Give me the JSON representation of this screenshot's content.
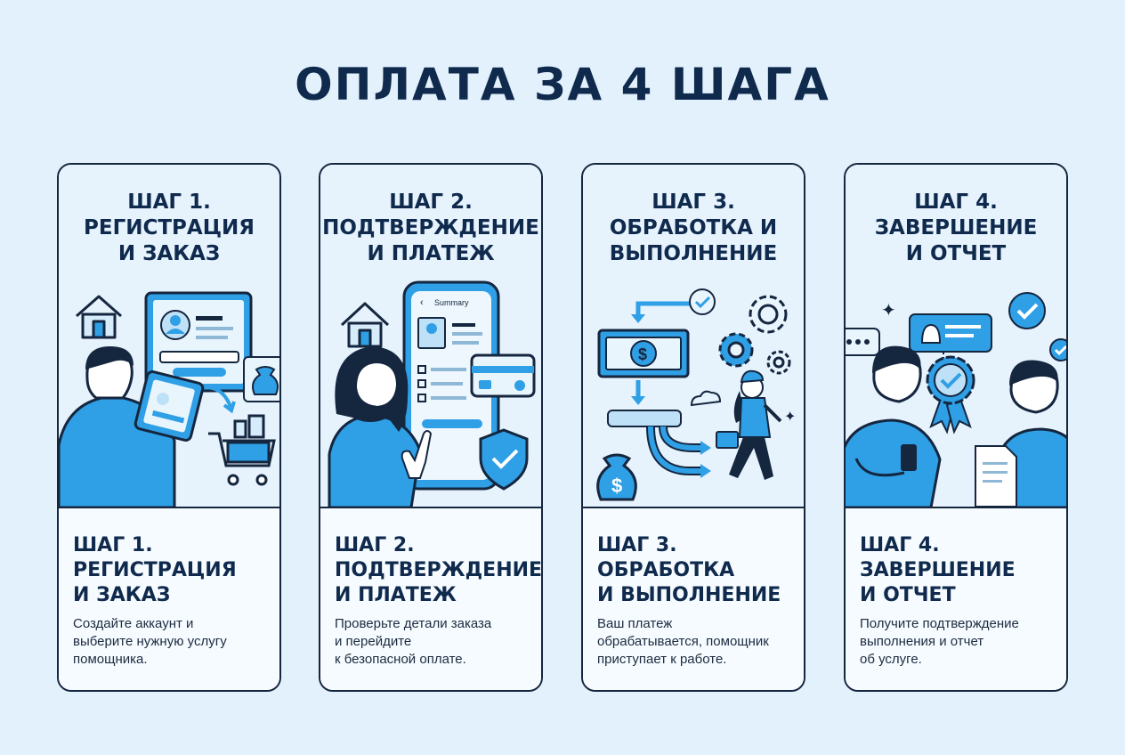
{
  "title": "ОПЛАТА ЗА 4 ШАГА",
  "colors": {
    "background": "#e3f1fc",
    "dark_navy": "#0f2a4d",
    "accent_blue": "#2f9fe6",
    "light_blue": "#bfe1f7",
    "outline": "#15263f"
  },
  "steps": [
    {
      "top_title": "ШАГ 1.\nРЕГИСТРАЦИЯ\nИ ЗАКАЗ",
      "bottom_title": "ШАГ 1.\nРЕГИСТРАЦИЯ\nИ ЗАКАЗ",
      "description": "Создайте аккаунт и\nвыберите нужную услугу\nпомощника.",
      "icons": [
        "house-icon",
        "profile-screen-icon",
        "tablet-icon",
        "money-bag-icon",
        "shopping-cart-icon",
        "person-icon"
      ]
    },
    {
      "top_title": "ШАГ 2.\nПОДТВЕРЖДЕНИЕ\nИ ПЛАТЕЖ",
      "bottom_title": "ШАГ 2.\nПОДТВЕРЖДЕНИЕ\nИ ПЛАТЕЖ",
      "description": "Проверьте детали заказа\nи перейдите\nк безопасной оплате.",
      "phone_screen_label": "Summary",
      "icons": [
        "house-icon",
        "smartphone-icon",
        "credit-card-icon",
        "shield-check-icon",
        "person-icon"
      ]
    },
    {
      "top_title": "ШАГ 3.\nОБРАБОТКА И\nВЫПОЛНЕНИЕ",
      "bottom_title": "ШАГ 3.\nОБРАБОТКА\nИ ВЫПОЛНЕНИЕ",
      "description": "Ваш платеж\nобрабатывается, помощник\nприступает к работе.",
      "icons": [
        "banknote-icon",
        "gear-icon",
        "check-badge-icon",
        "money-bag-icon",
        "arrow-icon",
        "walking-courier-icon"
      ]
    },
    {
      "top_title": "ШАГ 4.\nЗАВЕРШЕНИЕ\nИ ОТЧЕТ",
      "bottom_title": "ШАГ 4.\nЗАВЕРШЕНИЕ\nИ ОТЧЕТ",
      "description": "Получите подтверждение\nвыполнения и отчет\nоб услуге.",
      "icons": [
        "chat-bubble-icon",
        "bell-notification-icon",
        "check-circle-icon",
        "award-rosette-icon",
        "document-icon",
        "person-icon"
      ]
    }
  ]
}
